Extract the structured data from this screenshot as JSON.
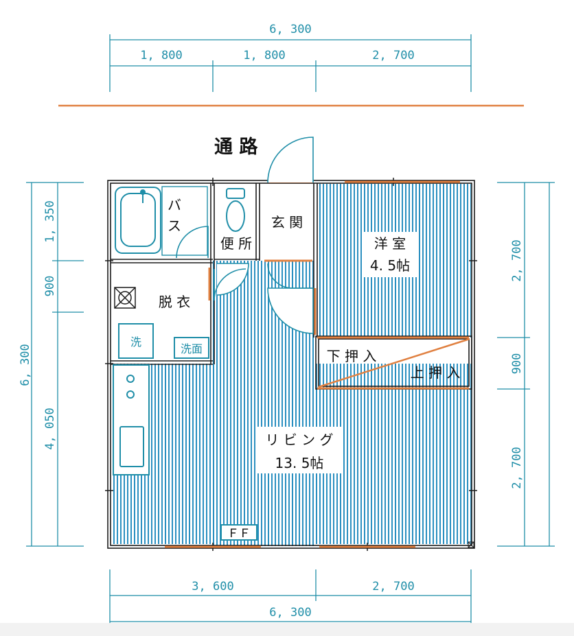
{
  "street_label": "通 路",
  "dimensions": {
    "top_total": "6, 300",
    "top_segments": [
      "1, 800",
      "1, 800",
      "2, 700"
    ],
    "bottom_total": "6, 300",
    "bottom_segments": [
      "3, 600",
      "2, 700"
    ],
    "left_total": "6, 300",
    "left_segments": [
      "1, 350",
      "900",
      "4, 050"
    ],
    "right_segments": [
      "2, 700",
      "900",
      "2, 700"
    ]
  },
  "rooms": {
    "bath": "バ\nス",
    "toilet": "便 所",
    "entrance": "玄 関",
    "bedroom_name": "洋 室",
    "bedroom_size": "4. 5帖",
    "dressing": "脱 衣",
    "washer": "洗",
    "washbasin": "洗面",
    "lower_closet": "下 押 入",
    "upper_closet": "上 押 入",
    "living_name": "リ ビ ン グ",
    "living_size": "13. 5帖",
    "ff_heater": "ＦＦ"
  },
  "colors": {
    "dimension": "#1f8ea8",
    "wall": "#1b1b1b",
    "window": "#e08040",
    "floor_lines": "#2a8fc0",
    "door": "#1f8ea8"
  }
}
